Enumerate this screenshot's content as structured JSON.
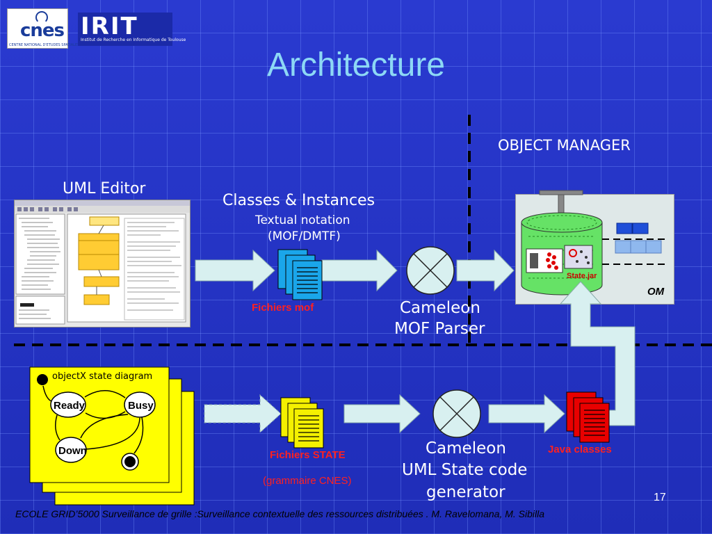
{
  "header": {
    "title": "Architecture",
    "logo_cnes": "cnes",
    "logo_cnes_sub": "CENTRE NATIONAL D'ETUDES SPATIALES",
    "logo_irit": "IRIT",
    "logo_irit_sub": "Institut de Recherche en Informatique de Toulouse"
  },
  "top_row": {
    "uml_editor_label": "UML Editor",
    "classes_title": "Classes & Instances",
    "classes_sub1": "Textual notation",
    "classes_sub2": "(MOF/DMTF)",
    "fichiers_mof": "Fichiers mof",
    "parser_line1": "Cameleon",
    "parser_line2": "MOF Parser",
    "object_manager": "OBJECT MANAGER",
    "state_jar": "State.jar",
    "om": "OM"
  },
  "bottom_row": {
    "diagram_title": "objectX state diagram",
    "state_ready": "Ready",
    "state_busy": "Busy",
    "state_down": "Down",
    "fichiers_state": "Fichiers STATE",
    "grammaire": "(grammaire CNES)",
    "generator_line1": "Cameleon",
    "generator_line2": "UML State code",
    "generator_line3": "generator",
    "java_classes": "Java classes"
  },
  "footer": {
    "text": "ECOLE GRID’5000 Surveillance de grille :Surveillance contextuelle des ressources distribuées . M. Ravelomana,  M. Sibilla",
    "page": "17"
  },
  "colors": {
    "background": "#2333c4",
    "title": "#8dd8f5",
    "arrow_fill": "#d8f0f0",
    "mof_files": "#1aa6ea",
    "state_files": "#f4f000",
    "java_files": "#e80000",
    "label_red": "#ff2020",
    "cylinder": "#66e266",
    "diagram_yellow": "#ffff00"
  }
}
